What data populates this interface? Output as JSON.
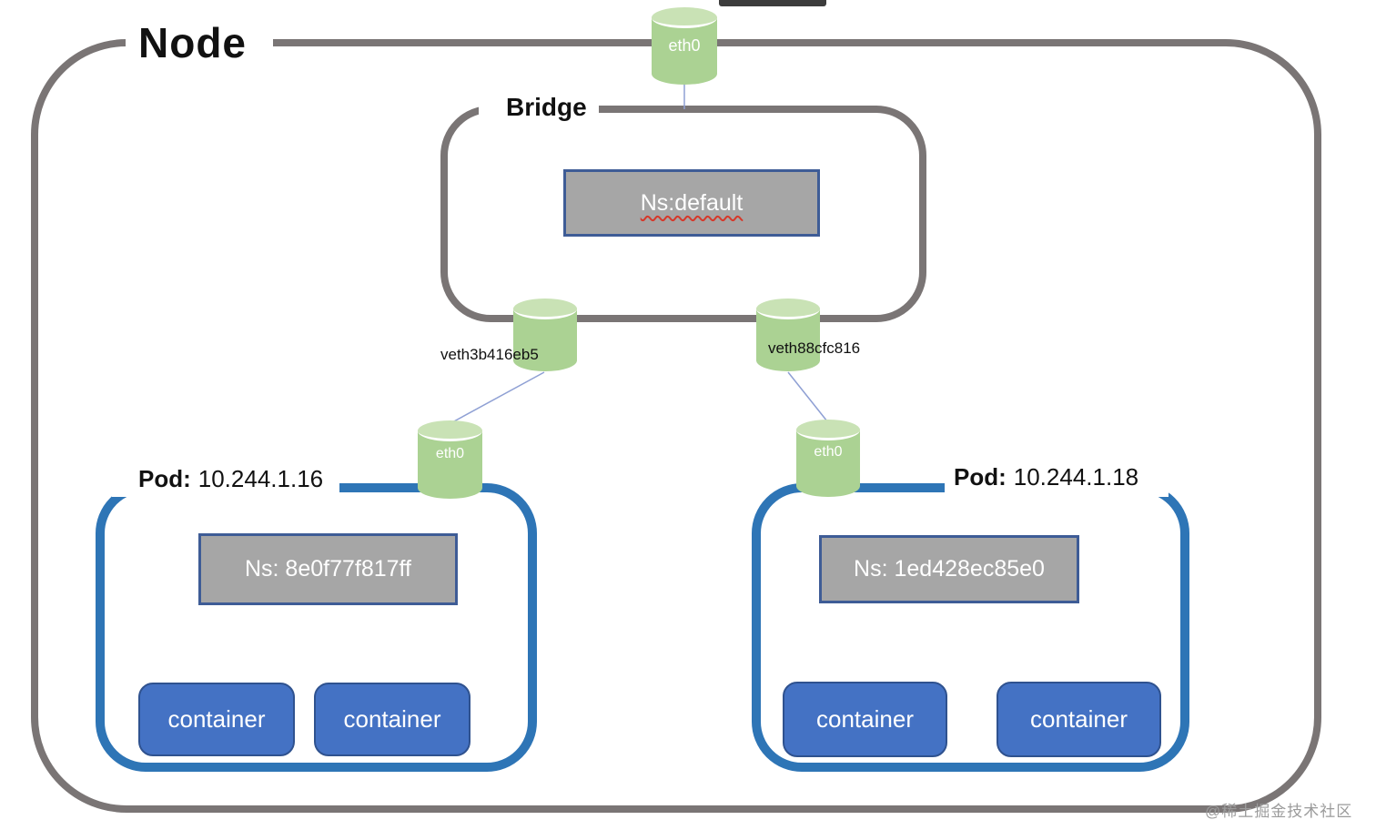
{
  "node": {
    "label": "Node",
    "eth0": {
      "label": "eth0"
    }
  },
  "bridge": {
    "label": "Bridge",
    "ns_box": {
      "label": "Ns:default"
    },
    "veths": [
      {
        "label": "veth3b416eb5"
      },
      {
        "label": "veth88cfc816"
      }
    ]
  },
  "pods": [
    {
      "label_prefix": "Pod:",
      "ip": "10.244.1.16",
      "eth0": {
        "label": "eth0"
      },
      "ns_box": {
        "label": "Ns: 8e0f77f817ff"
      },
      "containers": [
        {
          "label": "container"
        },
        {
          "label": "container"
        }
      ]
    },
    {
      "label_prefix": "Pod:",
      "ip": "10.244.1.18",
      "eth0": {
        "label": "eth0"
      },
      "ns_box": {
        "label": "Ns: 1ed428ec85e0"
      },
      "containers": [
        {
          "label": "container"
        },
        {
          "label": "container"
        }
      ]
    }
  ],
  "watermark": {
    "text": "@稀土掘金技术社区"
  },
  "colors": {
    "outline_gray": "#7a7575",
    "pod_blue": "#2e75b6",
    "container_blue": "#4472c4",
    "container_border": "#2f528f",
    "ns_gray": "#a6a6a6",
    "ns_border": "#3e5c96",
    "cylinder_green": "#abd293",
    "cylinder_top_green": "#c9e2b5",
    "connector_blue": "#8fa0d4",
    "spellcheck_red": "#d5392b"
  }
}
